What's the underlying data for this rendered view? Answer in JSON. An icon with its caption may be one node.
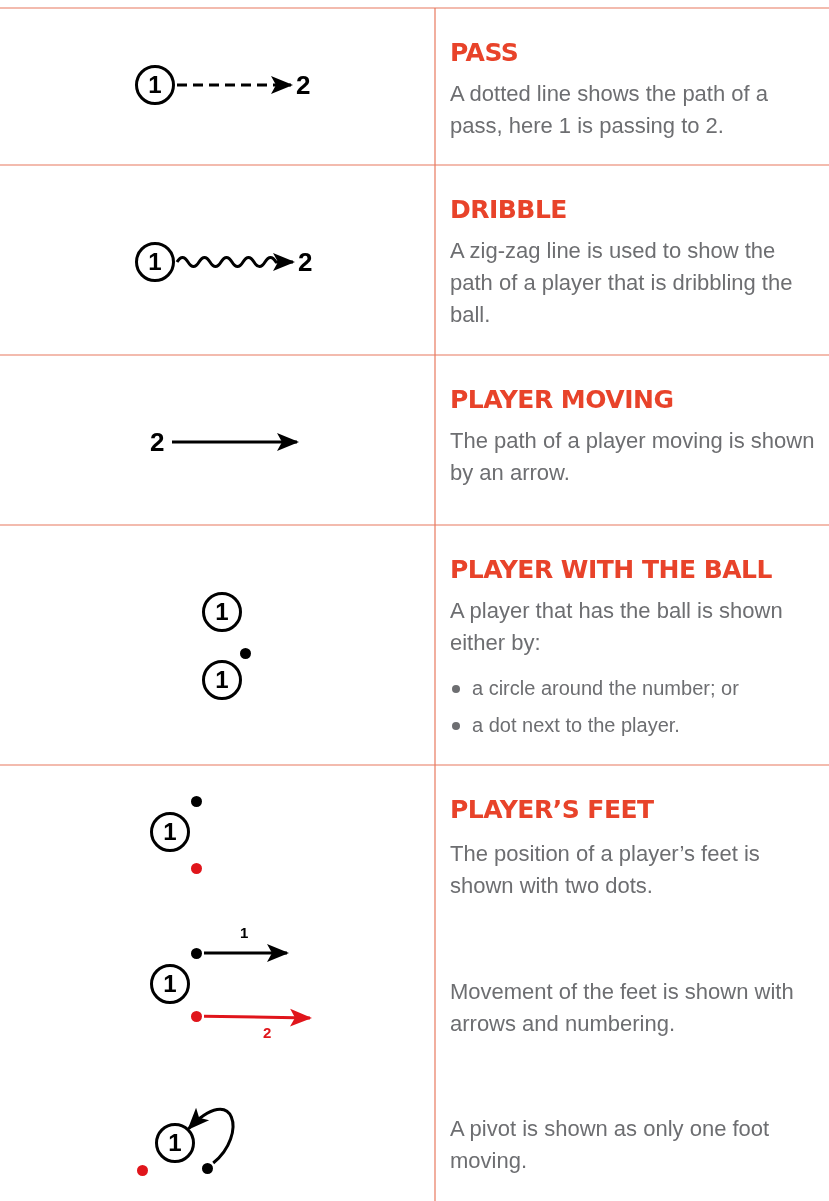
{
  "diagram": {
    "nodes": [
      {
        "text": [
          "1"
        ]
      },
      {
        "text": [
          "2"
        ]
      },
      {
        "text": [
          "1"
        ]
      },
      {
        "text": [
          "2"
        ]
      },
      {
        "text": [
          "2"
        ]
      },
      {
        "text": [
          "1"
        ]
      },
      {
        "text": [
          "1"
        ]
      },
      {
        "text": [
          "1"
        ]
      },
      {
        "text": [
          "1"
        ]
      },
      {
        "text": [],
        "shape": "circle"
      },
      {
        "text": [],
        "shape": "circle"
      },
      {
        "text": [
          "1"
        ]
      },
      {
        "text": [],
        "shape": "circle"
      }
    ],
    "edges": [
      {
        "from": 0,
        "to": 1,
        "arrow": "to",
        "style": "dashed"
      },
      {
        "from": 2,
        "to": 3,
        "arrow": "to"
      },
      {
        "from": 4,
        "to": null,
        "arrow": "to"
      },
      {
        "from": 9,
        "to": null,
        "arrow": "to",
        "label": "1"
      },
      {
        "from": 10,
        "to": null,
        "arrow": "to",
        "label": "2",
        "color": "#e0151b"
      },
      {
        "from": 12,
        "to": 11,
        "arrow": "to"
      }
    ],
    "labels": [
      "PASS",
      "A dotted line shows the path of a pass, here 1 is passing to 2.",
      "DRIBBLE",
      "A zig-zag line is used to show the path of a player that is dribbling the ball.",
      "PLAYER MOVING",
      "The path of a player moving is shown by an arrow.",
      "PLAYER WITH THE BALL",
      "A player that has the ball is shown either by:",
      "a circle around the number; or",
      "a dot next to the player.",
      "PLAYER’S FEET",
      "The position of a player’s feet is shown with two dots.",
      "Movement of the feet is shown with arrows and numbering.",
      "A pivot is shown as only one foot moving."
    ]
  }
}
